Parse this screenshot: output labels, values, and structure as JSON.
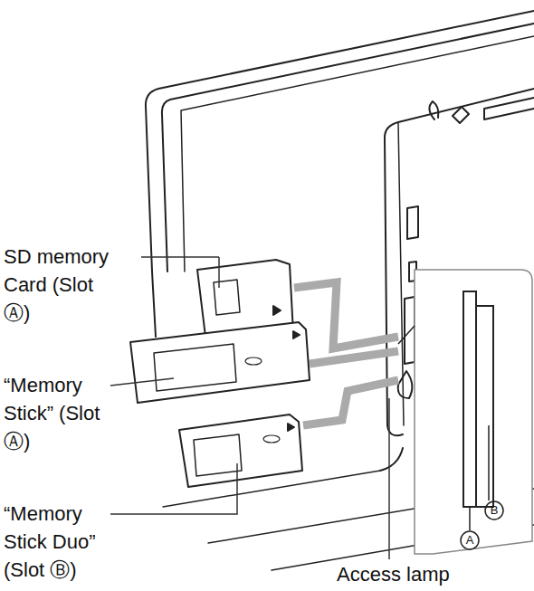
{
  "diagram": {
    "labels": [
      "SD memory Card (Slot Ⓐ)",
      "“Memory Stick” (Slot Ⓐ)",
      "“Memory Stick Duo” (Slot Ⓑ)",
      "Access lamp",
      "A",
      "B"
    ]
  }
}
